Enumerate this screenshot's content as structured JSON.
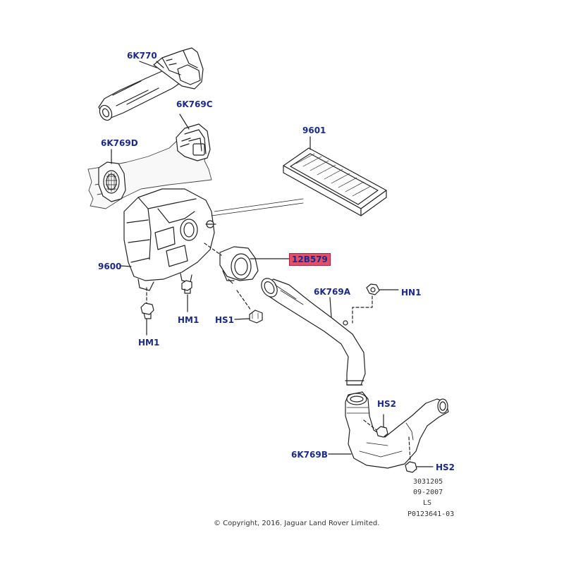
{
  "labels": {
    "duct_upper": "6K770",
    "resonator_c": "6K769C",
    "resonator_d": "6K769D",
    "filter": "9601",
    "air_box": "9600",
    "maf_sensor": "12B579",
    "duct_a": "6K769A",
    "nut_hn1": "HN1",
    "mount_hm1_left": "HM1",
    "mount_hm1_right": "HM1",
    "screw_hs1": "HS1",
    "screw_hs2_upper": "HS2",
    "duct_b": "6K769B",
    "screw_hs2_lower": "HS2"
  },
  "meta": {
    "line1": "3031205",
    "line2": "09-2007",
    "line3": "LS",
    "line4": "P0123641-03"
  },
  "copyright": "© Copyright, 2016. Jaguar Land Rover Limited.",
  "colors": {
    "label": "#1a2a8c",
    "highlight": "#e0506a",
    "line": "#222222"
  }
}
